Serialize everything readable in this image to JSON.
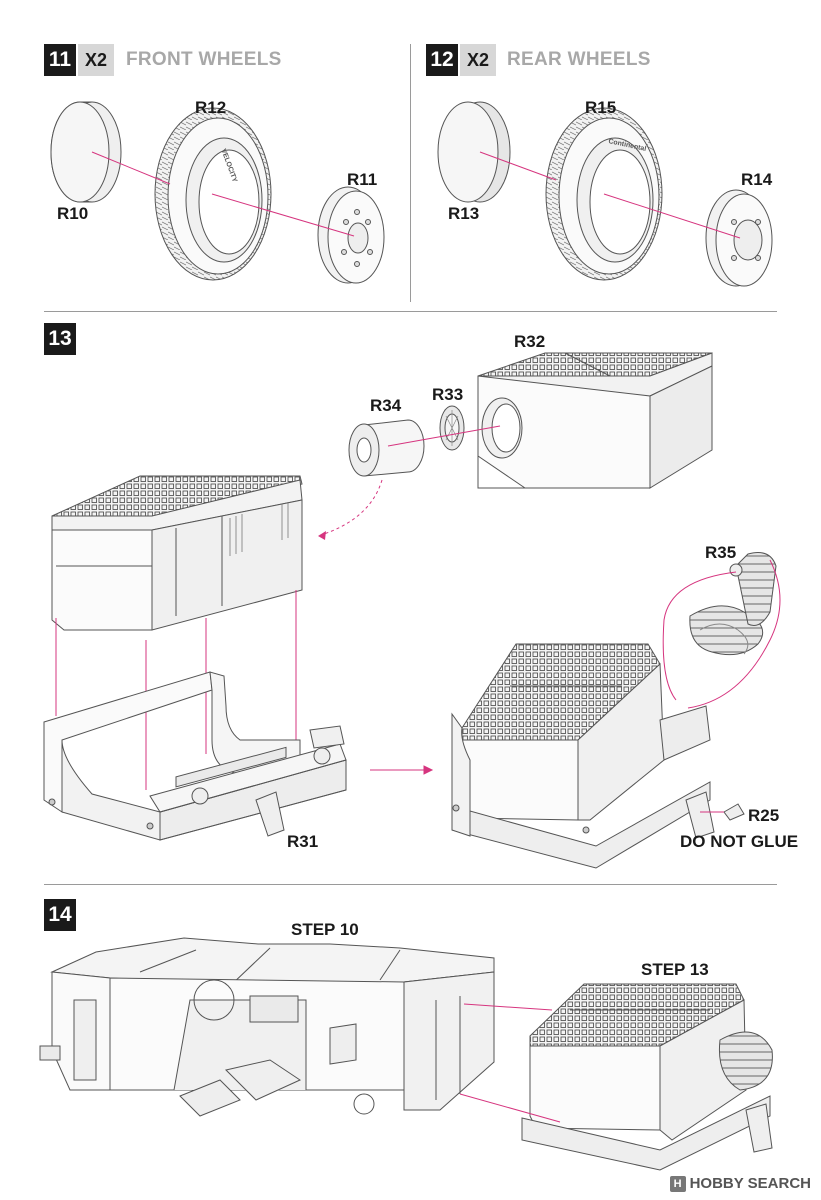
{
  "steps": {
    "s11": {
      "number": "11",
      "qty": "X2",
      "title": "FRONT WHEELS"
    },
    "s12": {
      "number": "12",
      "qty": "X2",
      "title": "REAR WHEELS"
    },
    "s13": {
      "number": "13"
    },
    "s14": {
      "number": "14"
    }
  },
  "parts": {
    "r10": "R10",
    "r11": "R11",
    "r12": "R12",
    "r13": "R13",
    "r14": "R14",
    "r15": "R15",
    "r25": "R25",
    "r31": "R31",
    "r32": "R32",
    "r33": "R33",
    "r34": "R34",
    "r35": "R35"
  },
  "notes": {
    "do_not_glue": "DO NOT GLUE"
  },
  "step_refs": {
    "step10": "STEP 10",
    "step13": "STEP 13"
  },
  "tire_text": {
    "front_brand": "VELOCITY",
    "rear_brand": "Continental"
  },
  "watermark": {
    "icon": "H",
    "text": "HOBBY SEARCH"
  },
  "colors": {
    "leader": "#d6357f",
    "line": "#555555",
    "badge": "#1a1a1a"
  }
}
